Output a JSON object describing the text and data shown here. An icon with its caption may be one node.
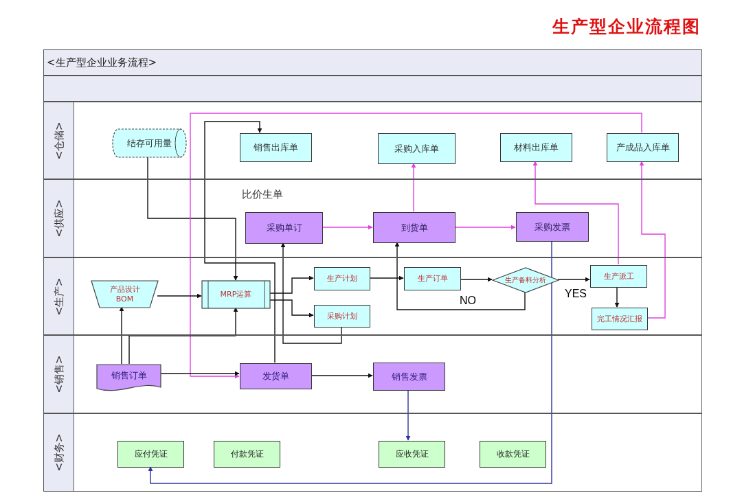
{
  "diagram": {
    "title": "生产型企业流程图",
    "nodes": [
      {
        "text": [
          "<生产型企业业务流程>"
        ]
      },
      {
        "text": [
          "<仓储>"
        ]
      },
      {
        "text": [
          "结存可用量"
        ],
        "in": 1
      },
      {
        "text": [
          "销售出库单"
        ],
        "in": 1
      },
      {
        "text": [
          "采购入库单"
        ],
        "in": 1
      },
      {
        "text": [
          "材料出库单"
        ],
        "in": 1
      },
      {
        "text": [
          "产成品入库单"
        ],
        "in": 1
      },
      {
        "text": [
          "<供应>"
        ]
      },
      {
        "text": [
          "采购单订"
        ],
        "in": 7
      },
      {
        "text": [
          "到货单"
        ],
        "in": 7
      },
      {
        "text": [
          "采购发票"
        ],
        "in": 7
      },
      {
        "text": [
          "<生产>"
        ]
      },
      {
        "text": [
          "产品设计 BOM"
        ],
        "in": 11
      },
      {
        "text": [
          "MRP运算"
        ],
        "in": 11
      },
      {
        "text": [
          "生产计划"
        ],
        "in": 11
      },
      {
        "text": [
          "采购计划"
        ],
        "in": 11
      },
      {
        "text": [
          "生产订单"
        ],
        "in": 11
      },
      {
        "text": [
          "生产备料分析"
        ],
        "in": 11
      },
      {
        "text": [
          "生产派工"
        ],
        "in": 11
      },
      {
        "text": [
          "完工情况汇报"
        ],
        "in": 11
      },
      {
        "text": [
          "<销售>"
        ]
      },
      {
        "text": [
          "销售订单"
        ],
        "in": 20
      },
      {
        "text": [
          "发货单"
        ],
        "in": 20
      },
      {
        "text": [
          "销售发票"
        ],
        "in": 20
      },
      {
        "text": [
          "<财务>"
        ]
      },
      {
        "text": [
          "应付凭证"
        ],
        "in": 24
      },
      {
        "text": [
          "付款凭证"
        ],
        "in": 24
      },
      {
        "text": [
          "应收凭证"
        ],
        "in": 24
      },
      {
        "text": [
          "收款凭证"
        ],
        "in": 24
      },
      {
        "text": [],
        "shape": "box"
      }
    ],
    "edges": [
      {
        "from": 22,
        "to": 3,
        "arrow": "to"
      },
      {
        "from": 2,
        "to": 13,
        "arrow": "to"
      },
      {
        "from": 6,
        "to": 22,
        "arrow": "to",
        "color": "#e040e0"
      },
      {
        "from": 21,
        "to": 22,
        "arrow": "to"
      },
      {
        "from": 21,
        "to": 12,
        "arrow": "to"
      },
      {
        "from": 21,
        "to": 13,
        "arrow": "to"
      },
      {
        "from": 12,
        "to": 13,
        "arrow": "to"
      },
      {
        "from": 13,
        "to": 14,
        "arrow": "to"
      },
      {
        "from": 13,
        "to": 15,
        "arrow": "to"
      },
      {
        "from": 15,
        "to": 8,
        "arrow": "to"
      },
      {
        "from": 8,
        "to": 9,
        "arrow": "to",
        "color": "#e040e0"
      },
      {
        "from": 9,
        "to": 4,
        "arrow": "to",
        "color": "#e040e0"
      },
      {
        "from": 9,
        "to": 10,
        "arrow": "to",
        "color": "#e040e0"
      },
      {
        "from": 14,
        "to": 16,
        "arrow": "to"
      },
      {
        "from": 16,
        "to": 17,
        "arrow": "to"
      },
      {
        "from": 17,
        "to": 9,
        "arrow": "to",
        "label": "NO"
      },
      {
        "from": 17,
        "to": 18,
        "arrow": "to",
        "label": "YES"
      },
      {
        "from": 18,
        "to": 19,
        "arrow": "to"
      },
      {
        "from": 18,
        "to": 5,
        "arrow": "to",
        "color": "#e040e0"
      },
      {
        "from": 19,
        "to": 6,
        "arrow": "to",
        "color": "#e040e0"
      },
      {
        "from": 10,
        "to": 25,
        "arrow": "to",
        "color": "#3030a0"
      },
      {
        "from": 23,
        "to": 27,
        "arrow": "to",
        "color": "#3030a0"
      },
      {
        "from": 22,
        "to": 23,
        "arrow": "to"
      }
    ],
    "labels": [
      "比价生单"
    ]
  }
}
